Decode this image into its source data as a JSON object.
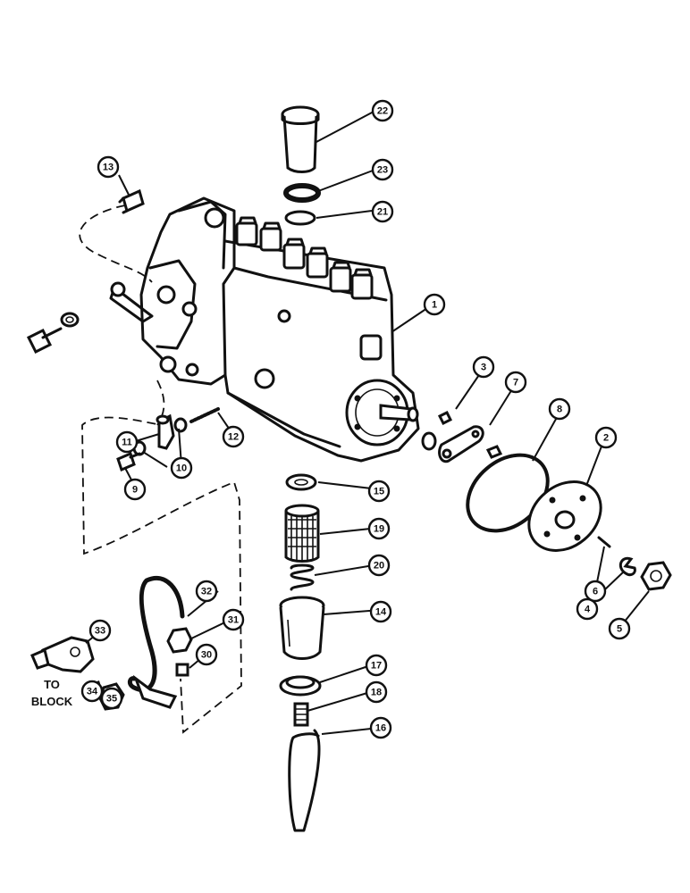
{
  "diagram": {
    "callouts": [
      {
        "id": "1",
        "label": "1"
      },
      {
        "id": "2",
        "label": "2"
      },
      {
        "id": "3",
        "label": "3"
      },
      {
        "id": "4",
        "label": "4"
      },
      {
        "id": "5",
        "label": "5"
      },
      {
        "id": "6",
        "label": "6"
      },
      {
        "id": "7",
        "label": "7"
      },
      {
        "id": "8",
        "label": "8"
      },
      {
        "id": "9",
        "label": "9"
      },
      {
        "id": "10",
        "label": "10"
      },
      {
        "id": "11",
        "label": "11"
      },
      {
        "id": "12",
        "label": "12"
      },
      {
        "id": "13",
        "label": "13"
      },
      {
        "id": "14",
        "label": "14"
      },
      {
        "id": "15",
        "label": "15"
      },
      {
        "id": "16",
        "label": "16"
      },
      {
        "id": "17",
        "label": "17"
      },
      {
        "id": "18",
        "label": "18"
      },
      {
        "id": "19",
        "label": "19"
      },
      {
        "id": "20",
        "label": "20"
      },
      {
        "id": "21",
        "label": "21"
      },
      {
        "id": "22",
        "label": "22"
      },
      {
        "id": "23",
        "label": "23"
      },
      {
        "id": "30",
        "label": "30"
      },
      {
        "id": "31",
        "label": "31"
      },
      {
        "id": "32",
        "label": "32"
      },
      {
        "id": "33",
        "label": "33"
      },
      {
        "id": "34",
        "label": "34"
      },
      {
        "id": "35",
        "label": "35"
      }
    ],
    "annotations": {
      "to_block_line1": "TO",
      "to_block_line2": "BLOCK"
    }
  }
}
